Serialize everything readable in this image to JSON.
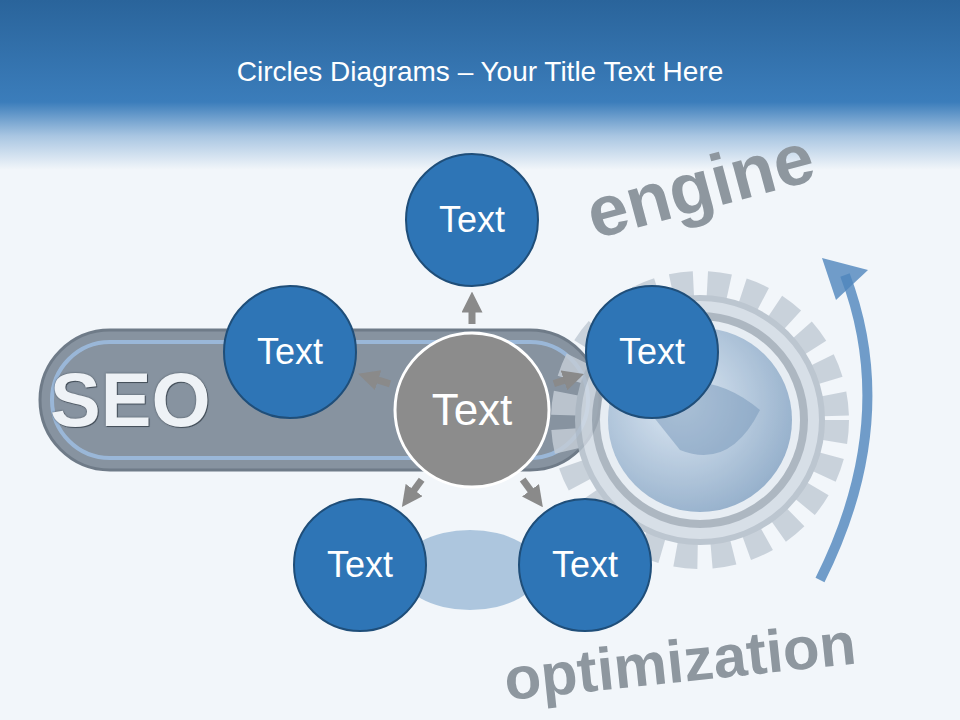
{
  "diagram": {
    "title": "Circles Diagrams – Your Title Text Here",
    "nodes": [
      {
        "text": [
          "Text"
        ]
      },
      {
        "text": [
          "Text"
        ]
      },
      {
        "text": [
          "Text"
        ]
      },
      {
        "text": [
          "Text"
        ]
      },
      {
        "text": [
          "Text"
        ]
      },
      {
        "text": [
          "Text"
        ]
      }
    ],
    "edges": [
      {
        "from": 0,
        "to": 1,
        "arrow": "to"
      },
      {
        "from": 0,
        "to": 2,
        "arrow": "to"
      },
      {
        "from": 0,
        "to": 3,
        "arrow": "to"
      },
      {
        "from": 0,
        "to": 4,
        "arrow": "to"
      },
      {
        "from": 0,
        "to": 5,
        "arrow": "to"
      }
    ],
    "labels": [
      "SEO",
      "engine",
      "optimization"
    ]
  }
}
